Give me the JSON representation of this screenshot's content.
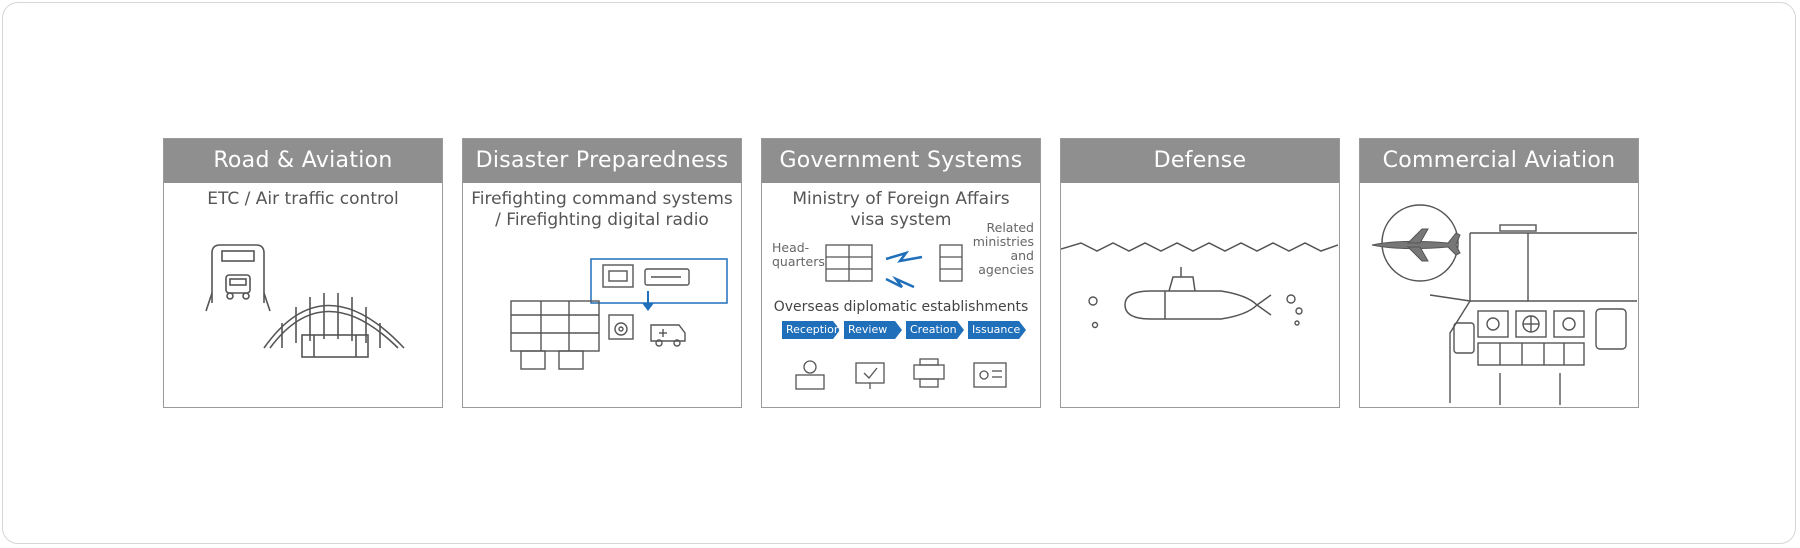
{
  "panels": [
    {
      "title": "Road & Aviation",
      "subtitle": "ETC / Air traffic control",
      "icons": [
        "etc-gate-icon",
        "air-traffic-control-tower-icon"
      ]
    },
    {
      "title": "Disaster Preparedness",
      "subtitle_line1": "Firefighting command systems",
      "subtitle_line2": "/ Firefighting digital radio",
      "icons": [
        "command-center-icon",
        "digital-radio-icon",
        "ambulance-icon"
      ]
    },
    {
      "title": "Government Systems",
      "subtitle_line1": "Ministry of Foreign Affairs",
      "subtitle_line2": "visa system",
      "hq_label_line1": "Head-",
      "hq_label_line2": "quarters",
      "related_line1": "Related",
      "related_line2": "ministries",
      "related_line3": "and",
      "related_line4": "agencies",
      "overseas_label": "Overseas diplomatic establishments",
      "steps": [
        "Reception",
        "Review",
        "Creation",
        "Issuance"
      ]
    },
    {
      "title": "Defense",
      "icons": [
        "submarine-icon"
      ]
    },
    {
      "title": "Commercial Aviation",
      "icons": [
        "airplane-icon",
        "cockpit-icon"
      ]
    }
  ],
  "colors": {
    "header_bg": "#8f8f8f",
    "accent_blue": "#1f6fba",
    "line_gray": "#555555"
  }
}
